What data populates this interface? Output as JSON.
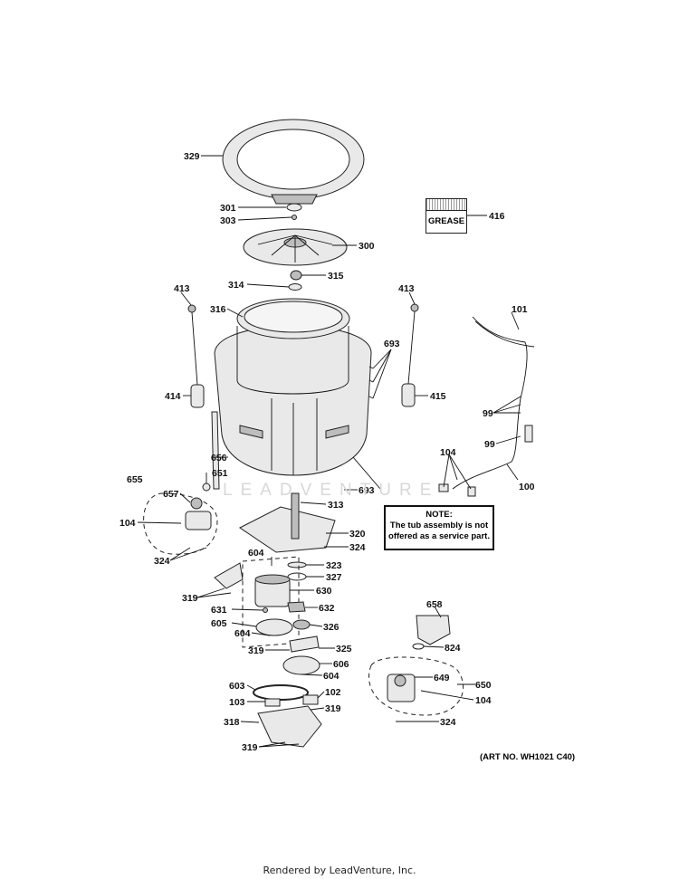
{
  "callouts": [
    {
      "id": "329",
      "text": "329"
    },
    {
      "id": "416",
      "text": "416"
    },
    {
      "id": "301",
      "text": "301"
    },
    {
      "id": "303",
      "text": "303"
    },
    {
      "id": "300",
      "text": "300"
    },
    {
      "id": "314",
      "text": "314"
    },
    {
      "id": "315",
      "text": "315"
    },
    {
      "id": "413a",
      "text": "413"
    },
    {
      "id": "413b",
      "text": "413"
    },
    {
      "id": "316",
      "text": "316"
    },
    {
      "id": "101",
      "text": "101"
    },
    {
      "id": "693a",
      "text": "693"
    },
    {
      "id": "414",
      "text": "414"
    },
    {
      "id": "415",
      "text": "415"
    },
    {
      "id": "99a",
      "text": "99"
    },
    {
      "id": "99b",
      "text": "99"
    },
    {
      "id": "104a",
      "text": "104"
    },
    {
      "id": "656",
      "text": "656"
    },
    {
      "id": "655",
      "text": "655"
    },
    {
      "id": "651",
      "text": "651"
    },
    {
      "id": "100",
      "text": "100"
    },
    {
      "id": "657",
      "text": "657"
    },
    {
      "id": "693b",
      "text": "693"
    },
    {
      "id": "313",
      "text": "313"
    },
    {
      "id": "104b",
      "text": "104"
    },
    {
      "id": "320",
      "text": "320"
    },
    {
      "id": "324a",
      "text": "324"
    },
    {
      "id": "324b",
      "text": "324"
    },
    {
      "id": "604a",
      "text": "604"
    },
    {
      "id": "323",
      "text": "323"
    },
    {
      "id": "327",
      "text": "327"
    },
    {
      "id": "319a",
      "text": "319"
    },
    {
      "id": "630",
      "text": "630"
    },
    {
      "id": "658",
      "text": "658"
    },
    {
      "id": "631",
      "text": "631"
    },
    {
      "id": "632",
      "text": "632"
    },
    {
      "id": "605",
      "text": "605"
    },
    {
      "id": "326",
      "text": "326"
    },
    {
      "id": "604b",
      "text": "604"
    },
    {
      "id": "824",
      "text": "824"
    },
    {
      "id": "319b",
      "text": "319"
    },
    {
      "id": "325",
      "text": "325"
    },
    {
      "id": "606",
      "text": "606"
    },
    {
      "id": "604c",
      "text": "604"
    },
    {
      "id": "649",
      "text": "649"
    },
    {
      "id": "650",
      "text": "650"
    },
    {
      "id": "603",
      "text": "603"
    },
    {
      "id": "102",
      "text": "102"
    },
    {
      "id": "103",
      "text": "103"
    },
    {
      "id": "319c",
      "text": "319"
    },
    {
      "id": "104c",
      "text": "104"
    },
    {
      "id": "318",
      "text": "318"
    },
    {
      "id": "324c",
      "text": "324"
    },
    {
      "id": "319d",
      "text": "319"
    }
  ],
  "grease_label": "GREASE",
  "note": {
    "title": "NOTE:",
    "line1": "The tub assembly is not",
    "line2": "offered as a service part."
  },
  "art_number": "(ART NO. WH1021 C40)",
  "footer": "Rendered by LeadVenture, Inc.",
  "watermark": "LEADVENTURE"
}
